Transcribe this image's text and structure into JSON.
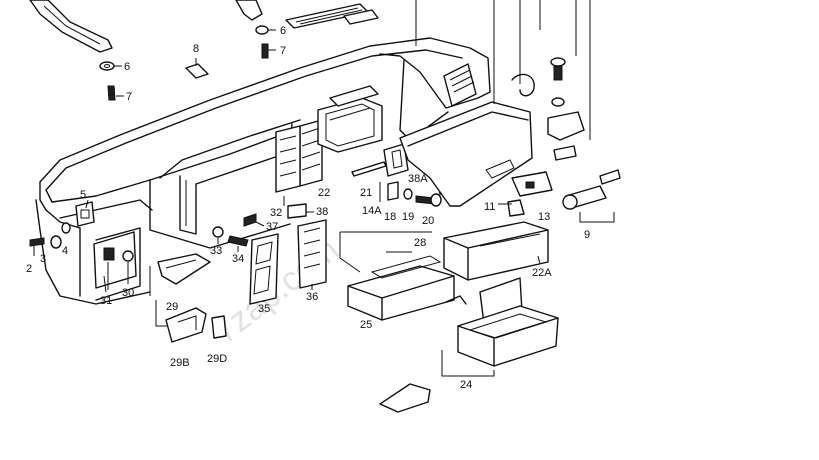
{
  "watermark": "7zap.com",
  "callouts": [
    {
      "id": "c6a",
      "text": "6"
    },
    {
      "id": "c7a",
      "text": "7"
    },
    {
      "id": "c8",
      "text": "8"
    },
    {
      "id": "c6b",
      "text": "6"
    },
    {
      "id": "c7b",
      "text": "7"
    },
    {
      "id": "c5",
      "text": "5"
    },
    {
      "id": "c2",
      "text": "2"
    },
    {
      "id": "c3",
      "text": "3"
    },
    {
      "id": "c4",
      "text": "4"
    },
    {
      "id": "c31",
      "text": "31"
    },
    {
      "id": "c30",
      "text": "30"
    },
    {
      "id": "c29",
      "text": "29"
    },
    {
      "id": "c29b",
      "text": "29B"
    },
    {
      "id": "c29d",
      "text": "29D"
    },
    {
      "id": "c33",
      "text": "33"
    },
    {
      "id": "c34",
      "text": "34"
    },
    {
      "id": "c35",
      "text": "35"
    },
    {
      "id": "c37",
      "text": "37"
    },
    {
      "id": "c32",
      "text": "32"
    },
    {
      "id": "c38",
      "text": "38"
    },
    {
      "id": "c36",
      "text": "36"
    },
    {
      "id": "c22",
      "text": "22"
    },
    {
      "id": "c21",
      "text": "21"
    },
    {
      "id": "c14a",
      "text": "14A"
    },
    {
      "id": "c18",
      "text": "18"
    },
    {
      "id": "c19",
      "text": "19"
    },
    {
      "id": "c20",
      "text": "20"
    },
    {
      "id": "c38a",
      "text": "38A"
    },
    {
      "id": "c28",
      "text": "28"
    },
    {
      "id": "c25",
      "text": "25"
    },
    {
      "id": "c22a",
      "text": "22A"
    },
    {
      "id": "c24",
      "text": "24"
    },
    {
      "id": "c11",
      "text": "11"
    },
    {
      "id": "c13",
      "text": "13"
    },
    {
      "id": "c9",
      "text": "9"
    }
  ]
}
